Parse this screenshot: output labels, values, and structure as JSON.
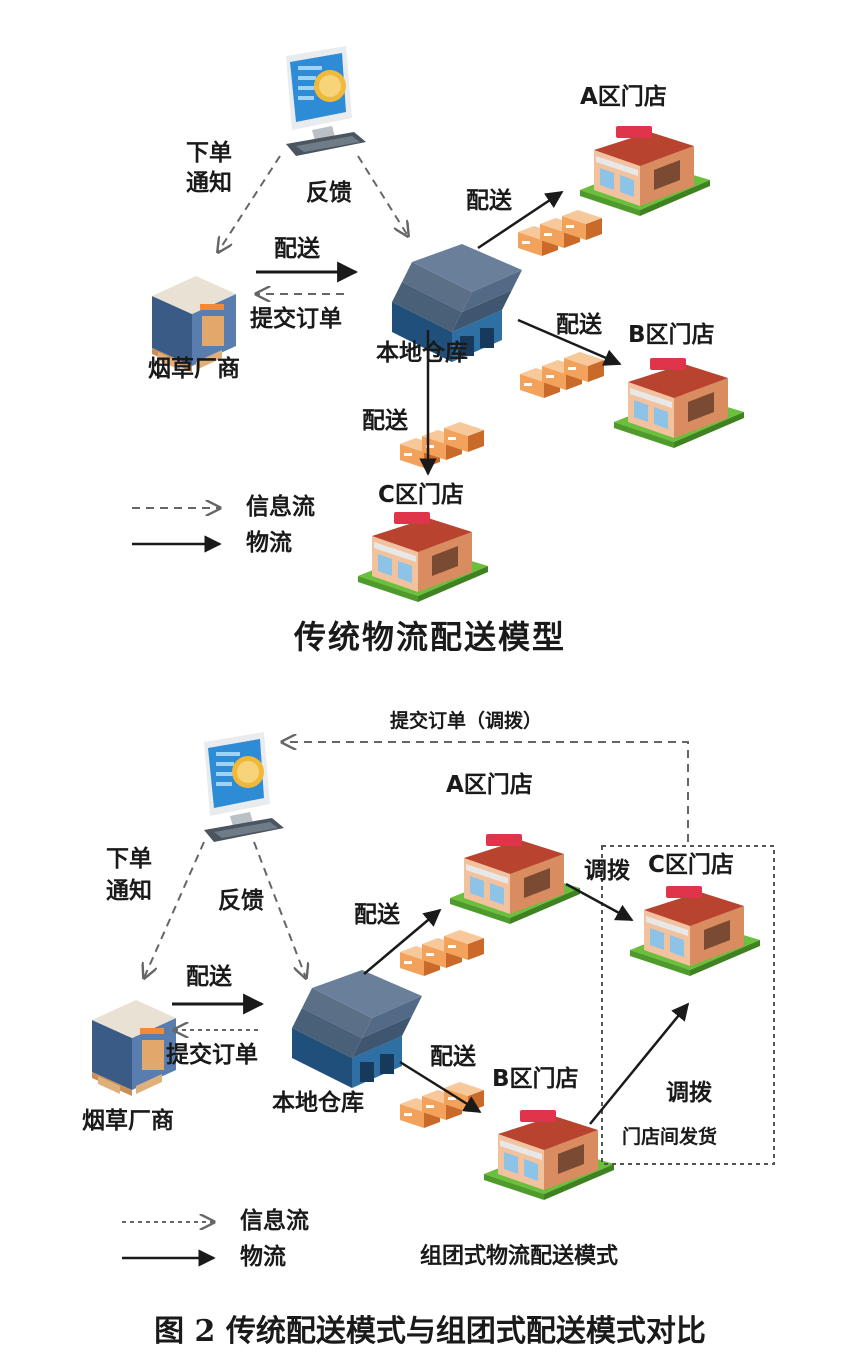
{
  "top": {
    "title": "传统物流配送模型",
    "labels": {
      "order_notice_1": "下单",
      "order_notice_2": "通知",
      "feedback": "反馈",
      "deliver_factory": "配送",
      "submit_order": "提交订单",
      "factory": "烟草厂商",
      "warehouse": "本地仓库",
      "deliver_a": "配送",
      "deliver_b": "配送",
      "deliver_c": "配送",
      "store_a": "A区门店",
      "store_b": "B区门店",
      "store_c": "C区门店",
      "legend_info": "信息流",
      "legend_logistics": "物流"
    }
  },
  "bottom": {
    "title": "组团式物流配送模式",
    "labels": {
      "submit_order_transfer": "提交订单（调拨）",
      "order_notice_1": "下单",
      "order_notice_2": "通知",
      "feedback": "反馈",
      "deliver_factory": "配送",
      "submit_order": "提交订单",
      "factory": "烟草厂商",
      "warehouse": "本地仓库",
      "deliver_a": "配送",
      "deliver_b": "配送",
      "store_a": "A区门店",
      "store_b": "B区门店",
      "store_c": "C区门店",
      "transfer_1": "调拨",
      "transfer_2": "调拨",
      "inter_store": "门店间发货",
      "legend_info": "信息流",
      "legend_logistics": "物流"
    }
  },
  "caption": "图 2  传统配送模式与组团式配送模式对比",
  "colors": {
    "store_wall": "#e6a57a",
    "store_roof": "#c9523f",
    "grass": "#6abf3c",
    "warehouse": "#3c6f9e",
    "monitor": "#2e8bd6",
    "coin": "#f0b93a",
    "truck": "#e58a3c"
  }
}
